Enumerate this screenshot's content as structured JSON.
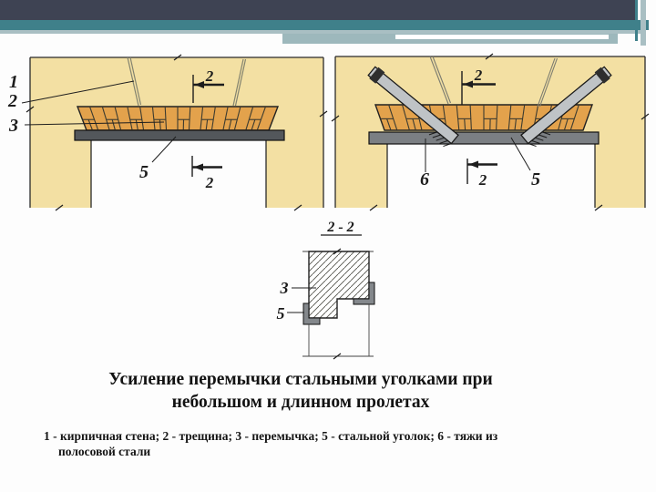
{
  "colors": {
    "bar_dark": "#3e4353",
    "bar_teal": "#3f808a",
    "bar_light": "#a9bfc3",
    "bar_band": "#9db8bc",
    "bar_white": "#ffffff",
    "wall": "#f3e0a3",
    "brick": "#e3a24c",
    "plate_dark": "#53575b",
    "plate_light": "#7b7f83",
    "tie": "#bfc3c6",
    "angle": "#84888c",
    "line": "#1d1d1d"
  },
  "figure": {
    "left": {
      "wall_label": "1",
      "crack_label": "2",
      "lintel_label": "3",
      "angle_label": "5",
      "section_marker": "2"
    },
    "right": {
      "tie_label": "6",
      "angle_label": "5",
      "section_marker": "2"
    },
    "section": {
      "title": "2 - 2",
      "lintel_label": "3",
      "angle_label": "5"
    }
  },
  "title": {
    "line1": "Усиление перемычки стальными уголками при",
    "line2": "небольшом и длинном пролетах"
  },
  "caption": {
    "line1": "1 - кирпичная стена; 2 - трещина; 3 - перемычка; 5 - стальной уголок; 6 - тяжи из",
    "line2": "полосовой стали"
  }
}
